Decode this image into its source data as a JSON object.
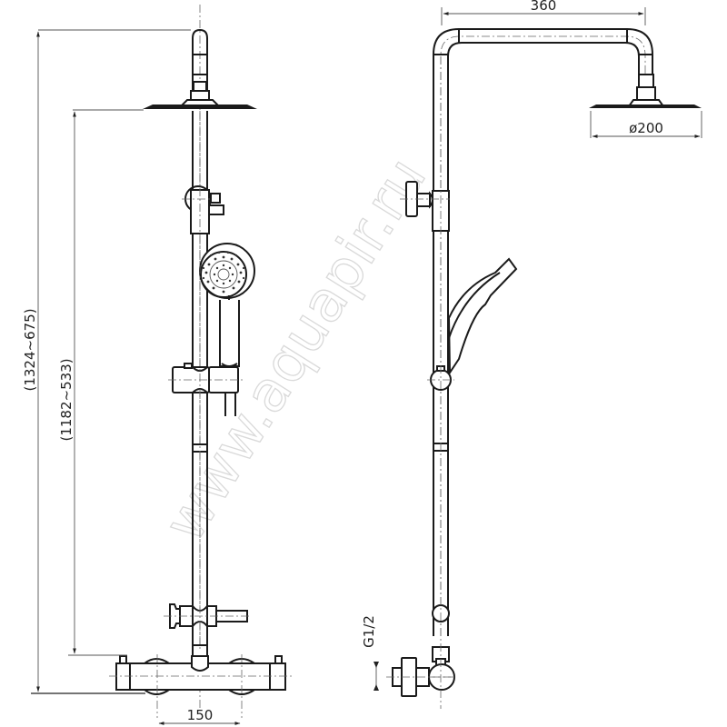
{
  "drawing": {
    "subject": "Thermostatic shower system technical drawing",
    "views": [
      "front-view",
      "side-view"
    ],
    "line_color": "#1a1a1a",
    "background": "#ffffff"
  },
  "dimensions": {
    "total_height": "(1324~675)",
    "bar_height": "(1182~533)",
    "arm_reach": "360",
    "head_diameter": "ø200",
    "inlet_spacing": "150",
    "thread": "G1/2"
  },
  "watermark": {
    "text": "www.aquapir.ru",
    "color": "#d9d9d9"
  }
}
